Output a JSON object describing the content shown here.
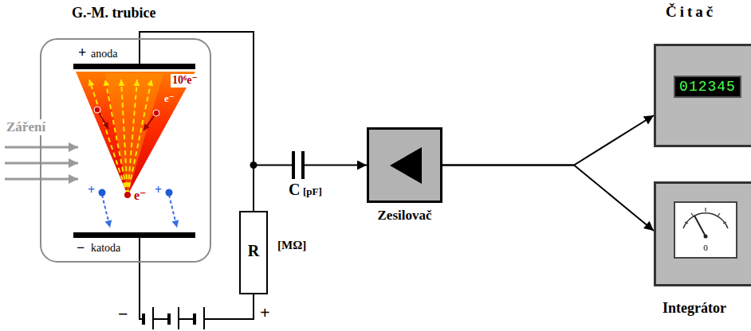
{
  "diagram": {
    "nodes": [
      {
        "text": [
          "G.-M. trubice"
        ]
      },
      {
        "text": [
          "R",
          "[MΩ]"
        ]
      },
      {
        "text": [
          "Zesilovač"
        ]
      },
      {
        "text": [
          "Čitač"
        ]
      },
      {
        "text": [
          "012345"
        ],
        "in": 3
      },
      {
        "text": [
          "Integrátor"
        ]
      },
      {
        "text": [
          "0"
        ],
        "in": 5
      }
    ],
    "edges": [
      {
        "from": 0,
        "to": 1,
        "arrow": "none"
      },
      {
        "from": 1,
        "to": 2,
        "arrow": "to"
      },
      {
        "from": 2,
        "to": 3,
        "arrow": "to"
      },
      {
        "from": 2,
        "to": 5,
        "arrow": "to"
      }
    ],
    "labels": [
      "Záření",
      "+",
      "anoda",
      "10⁶e⁻",
      "e⁻",
      "e⁻",
      "+",
      "+",
      "−",
      "katoda",
      "C",
      "[pF]",
      "−",
      "+"
    ]
  }
}
